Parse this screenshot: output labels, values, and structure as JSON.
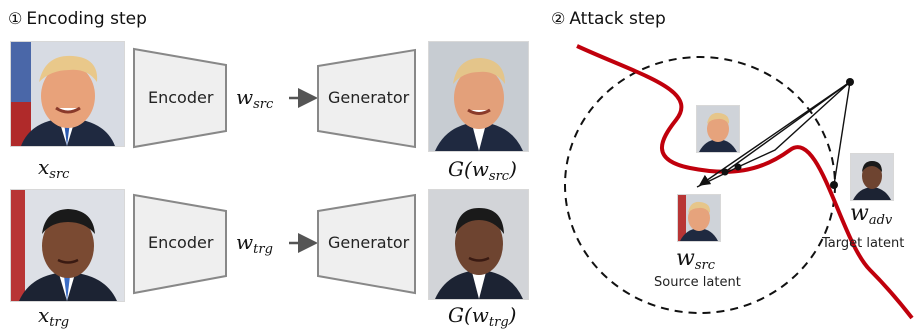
{
  "encoding_section": {
    "number": "①",
    "title": "Encoding step",
    "rows": [
      {
        "input_label_var": "x",
        "input_label_sub": "src",
        "encoder_label": "Encoder",
        "latent_var": "w",
        "latent_sub": "src",
        "generator_label": "Generator",
        "output_label_prefix": "G(",
        "output_label_var": "w",
        "output_label_sub": "src",
        "output_label_suffix": ")",
        "person": "trump"
      },
      {
        "input_label_var": "x",
        "input_label_sub": "trg",
        "encoder_label": "Encoder",
        "latent_var": "w",
        "latent_sub": "trg",
        "generator_label": "Generator",
        "output_label_prefix": "G(",
        "output_label_var": "w",
        "output_label_sub": "trg",
        "output_label_suffix": ")",
        "person": "obama"
      }
    ]
  },
  "attack_section": {
    "number": "②",
    "title": "Attack step",
    "source_latent": {
      "var": "w",
      "sub": "src",
      "caption": "Source latent"
    },
    "adv_latent": {
      "var": "w",
      "sub": "adv",
      "caption": "Target latent"
    }
  },
  "colors": {
    "curve": "#c0000c",
    "trapezoid_fill": "#efefef",
    "trapezoid_stroke": "#888888",
    "arrow": "#555555"
  }
}
